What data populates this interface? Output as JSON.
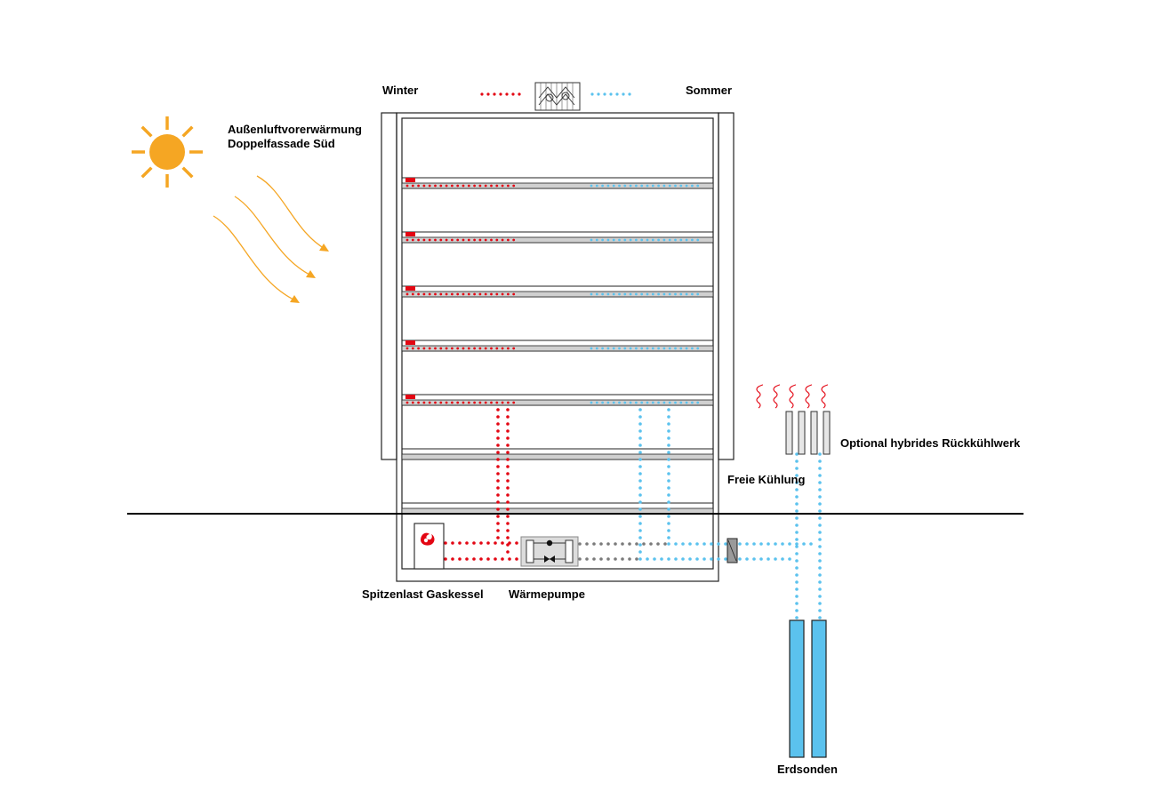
{
  "labels": {
    "winter": "Winter",
    "sommer": "Sommer",
    "preheat_line1": "Außenluftvorerwärmung",
    "preheat_line2": "Doppelfassade Süd",
    "cooling_tower": "Optional hybrides Rückkühlwerk",
    "free_cooling": "Freie Kühlung",
    "gas_boiler": "Spitzenlast Gaskessel",
    "heat_pump": "Wärmepumpe",
    "ground_probes": "Erdsonden"
  },
  "colors": {
    "heating": "#e30613",
    "cooling": "#5bc2ee",
    "neutral": "#7a7a7a",
    "sun": "#f5a623",
    "slab": "#d0d0d0",
    "probe": "#5bc2ee"
  },
  "icons": {
    "sun": "sun-icon",
    "flame": "flame-icon",
    "valve": "valve-icon",
    "heat_exchanger": "heat-exchanger-icon",
    "ventilation_unit": "ventilation-unit-icon"
  }
}
